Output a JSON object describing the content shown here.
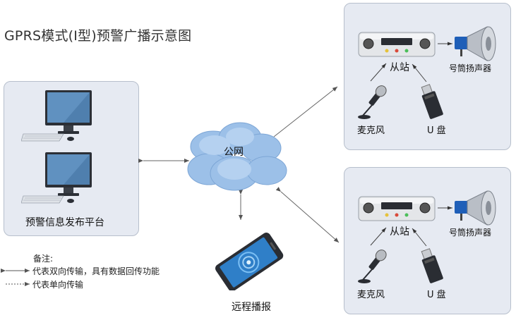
{
  "title": "GPRS模式(I型)预警广播示意图",
  "platform": {
    "label": "预警信息发布平台"
  },
  "cloud": {
    "label": "公网"
  },
  "phone": {
    "label": "远程播报"
  },
  "stations": [
    {
      "station_label": "从站",
      "speaker_label": "号筒扬声器",
      "mic_label": "麦克风",
      "usb_label": "U 盘"
    },
    {
      "station_label": "从站",
      "speaker_label": "号筒扬声器",
      "mic_label": "麦克风",
      "usb_label": "U 盘"
    }
  ],
  "legend": {
    "heading": "备注:",
    "bidirectional": "代表双向传输，具有数据回传功能",
    "unidirectional": "代表单向传输"
  },
  "colors": {
    "panel_bg": "#e6eaf2",
    "panel_border": "#b7bfcc",
    "cloud": "#8fb6e2",
    "speaker_blue": "#1f5fb8"
  }
}
